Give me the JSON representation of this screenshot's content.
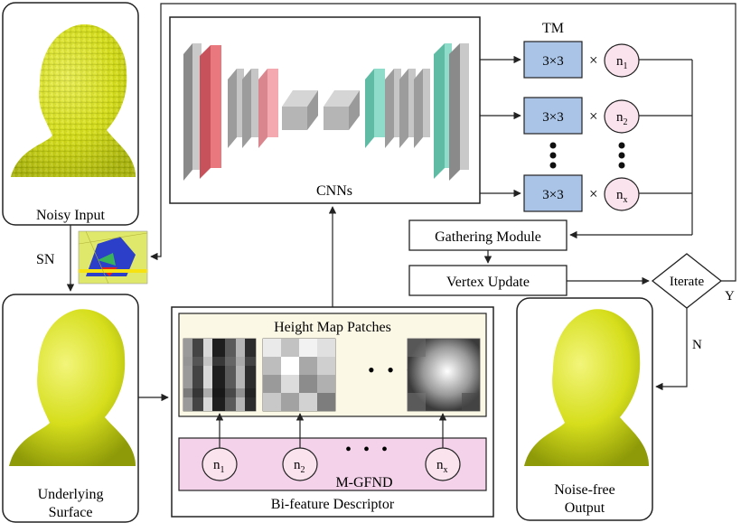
{
  "panels": {
    "noisy_input": {
      "label": "Noisy Input"
    },
    "underlying_surface": {
      "label_line1": "Underlying",
      "label_line2": "Surface"
    },
    "noise_free_output": {
      "label_line1": "Noise-free",
      "label_line2": "Output"
    }
  },
  "edge_labels": {
    "sn": "SN",
    "yes": "Y",
    "no": "N"
  },
  "cnn": {
    "label": "CNNs"
  },
  "tm": {
    "label": "TM",
    "matrix_label": "3×3",
    "times": "×",
    "normals": [
      {
        "base": "n",
        "sub": "1"
      },
      {
        "base": "n",
        "sub": "2"
      },
      {
        "base": "n",
        "sub": "x"
      }
    ]
  },
  "modules": {
    "gathering": "Gathering Module",
    "vertex_update": "Vertex Update",
    "iterate": "Iterate"
  },
  "descriptor": {
    "height_map_title": "Height Map Patches",
    "mgfnd_label": "M-GFND",
    "bi_feature_label": "Bi-feature Descriptor",
    "normals": [
      {
        "base": "n",
        "sub": "1"
      },
      {
        "base": "n",
        "sub": "2"
      },
      {
        "base": "n",
        "sub": "x"
      }
    ]
  },
  "colors": {
    "surface_yellow": "#d9e21c",
    "tm_box": "#a9c4e6",
    "normal_circle": "#fbe3ee",
    "mgfnd_band": "#f4d2ea",
    "height_map_bg": "#fbf8e6",
    "cnn_red": "#e8777e",
    "cnn_pink": "#f4a8b0",
    "cnn_teal": "#7fd6c0",
    "cnn_gray": "#bcbcbc"
  }
}
